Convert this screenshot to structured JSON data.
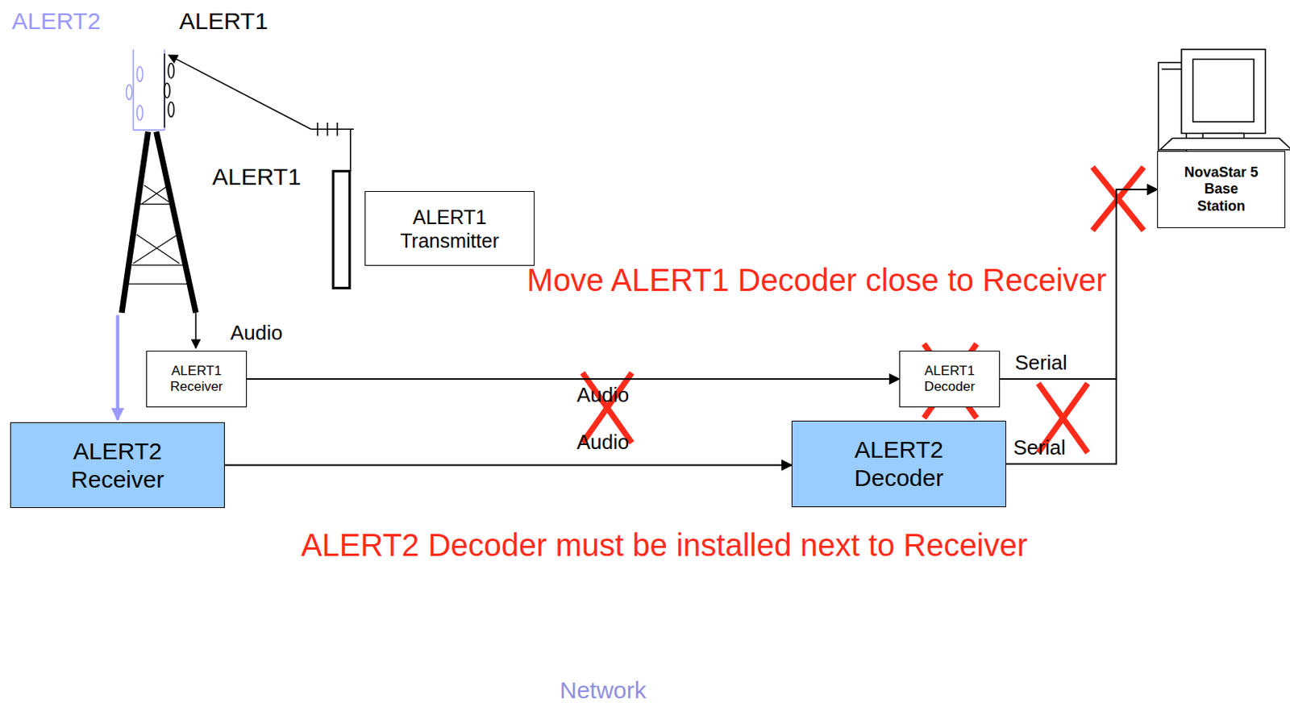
{
  "diagram": {
    "nodes": [
      {
        "text": [
          "ALERT1 Transmitter"
        ]
      },
      {
        "text": [
          "ALERT1 Receiver"
        ]
      },
      {
        "text": [
          "ALERT2 Receiver"
        ]
      },
      {
        "text": [
          "ALERT1 Decoder"
        ]
      },
      {
        "text": [
          "ALERT2 Decoder"
        ]
      },
      {
        "text": [
          "NovaStar 5 Base Station"
        ]
      }
    ],
    "edges": [
      {
        "from": 1,
        "to": 3,
        "label": "Audio",
        "arrow": "to"
      },
      {
        "from": 2,
        "to": 4,
        "label": "Audio",
        "arrow": "to"
      },
      {
        "from": 3,
        "to": 5,
        "label": "Serial",
        "arrow": "to"
      },
      {
        "from": 4,
        "to": 5,
        "label": "Serial",
        "arrow": "to"
      }
    ],
    "labels": [
      "ALERT2",
      "ALERT1",
      "ALERT1",
      "Audio",
      "Move ALERT1 Decoder close to Receiver",
      "ALERT2 Decoder must be installed next to Receiver",
      "Network"
    ]
  }
}
